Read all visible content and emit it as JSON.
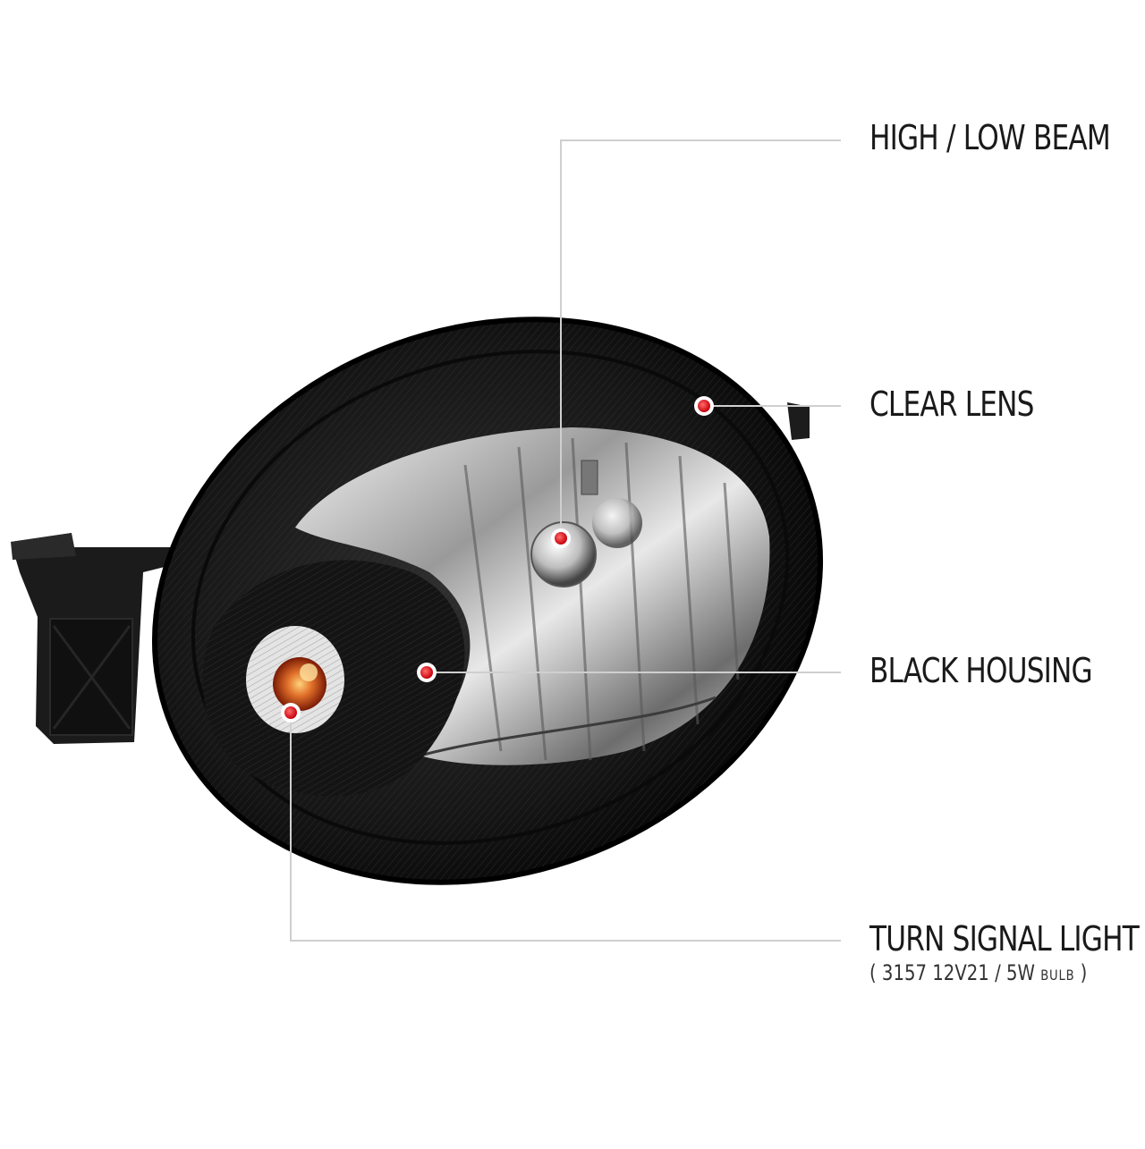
{
  "callouts": {
    "high_low_beam": "HIGH / LOW BEAM",
    "clear_lens": "CLEAR LENS",
    "black_housing": "BLACK HOUSING",
    "turn_signal": "TURN SIGNAL LIGHT",
    "turn_signal_spec_open": "( 3157  12V21 / 5W ",
    "turn_signal_spec_bulb": "BULB",
    "turn_signal_spec_close": " )"
  },
  "colors": {
    "background": "#ffffff",
    "housing": "#151515",
    "leader_line": "#cfcfcf",
    "marker": "#e8101a",
    "amber": "#e0702a"
  }
}
